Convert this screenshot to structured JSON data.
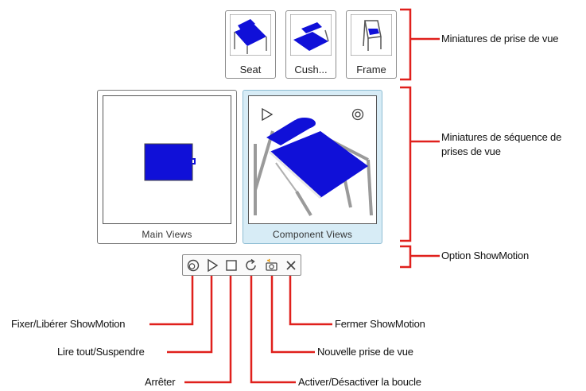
{
  "shot_thumbnails": [
    {
      "label": "Seat"
    },
    {
      "label": "Cush..."
    },
    {
      "label": "Frame"
    }
  ],
  "sequence_thumbnails": [
    {
      "label": "Main Views",
      "selected": false
    },
    {
      "label": "Component Views",
      "selected": true
    }
  ],
  "toolbar": {
    "buttons": [
      {
        "name": "pin-icon",
        "callout": "Fixer/Libérer ShowMotion"
      },
      {
        "name": "play-icon",
        "callout": "Lire tout/Suspendre"
      },
      {
        "name": "stop-icon",
        "callout": "Arrêter"
      },
      {
        "name": "loop-icon",
        "callout": "Activer/Désactiver la boucle"
      },
      {
        "name": "new-shot-icon",
        "callout": "Nouvelle prise de vue"
      },
      {
        "name": "close-icon",
        "callout": "Fermer ShowMotion"
      }
    ]
  },
  "annotations": {
    "shot_thumbnails": "Miniatures de prise de vue",
    "sequence_thumbnails_line1": "Miniatures de séquence de",
    "sequence_thumbnails_line2": "prises de vue",
    "showmotion_option": "Option ShowMotion"
  },
  "colors": {
    "annotation_red": "#e0201c",
    "model_blue": "#1010d8",
    "selected_bg": "#d7ecf6"
  }
}
